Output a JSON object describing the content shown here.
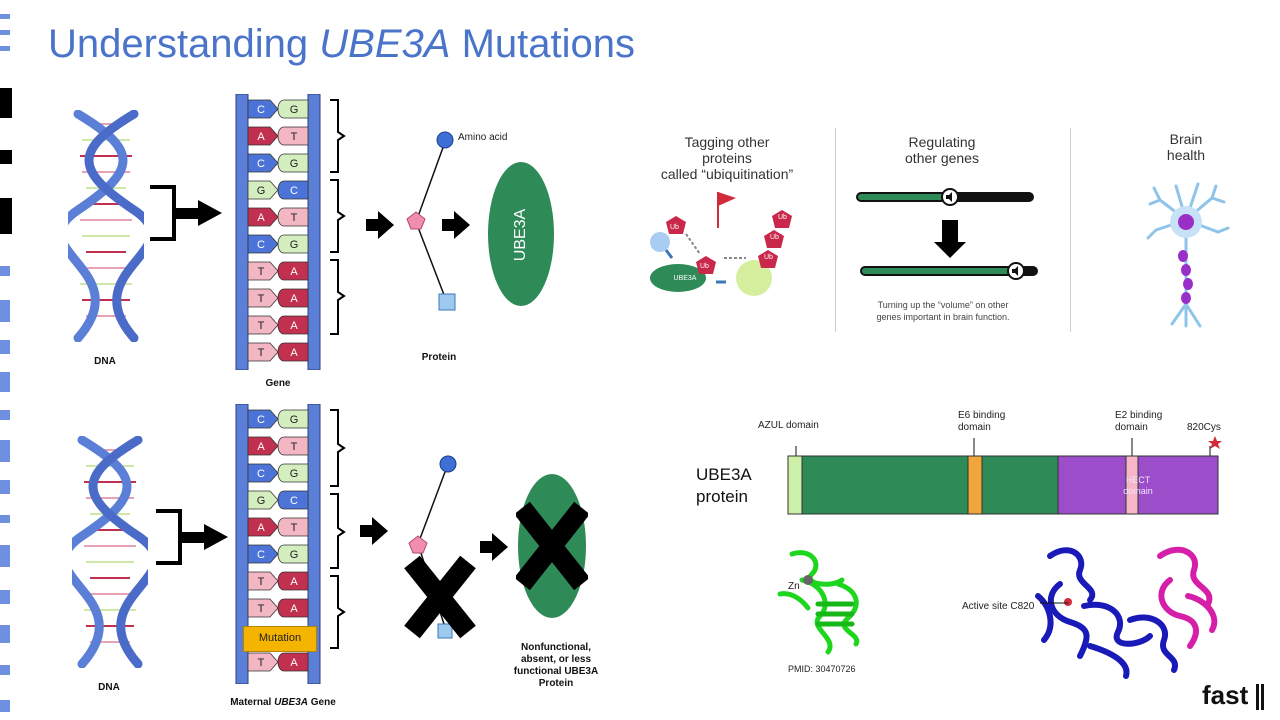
{
  "slide": {
    "title_pre": "Understanding ",
    "title_gene": "UBE3A",
    "title_post": " Mutations"
  },
  "top_flow": {
    "dna_label": "DNA",
    "gene_label": "Gene",
    "protein_label": "Protein",
    "amino_acid_label": "Amino acid",
    "ube3a_oval_label": "UBE3A",
    "base_pairs": [
      [
        "C",
        "G"
      ],
      [
        "A",
        "T"
      ],
      [
        "C",
        "G"
      ],
      [
        "G",
        "C"
      ],
      [
        "A",
        "T"
      ],
      [
        "C",
        "G"
      ],
      [
        "T",
        "A"
      ],
      [
        "T",
        "A"
      ],
      [
        "T",
        "A"
      ],
      [
        "T",
        "A"
      ]
    ]
  },
  "bottom_flow": {
    "dna_label": "DNA",
    "gene_label_pre": "Maternal ",
    "gene_label_gene": "UBE3A",
    "gene_label_post": " Gene",
    "mutation_label": "Mutation",
    "result_line1": "Nonfunctional,",
    "result_line2": "absent, or less",
    "result_line3": "functional UBE3A",
    "result_line4": "Protein",
    "base_pairs": [
      [
        "C",
        "G"
      ],
      [
        "A",
        "T"
      ],
      [
        "C",
        "G"
      ],
      [
        "G",
        "C"
      ],
      [
        "A",
        "T"
      ],
      [
        "C",
        "G"
      ],
      [
        "T",
        "A"
      ],
      [
        "T",
        "A"
      ],
      [
        "T",
        "A"
      ]
    ]
  },
  "functions": {
    "col1_line1": "Tagging other",
    "col1_line2": "proteins",
    "col1_line3": "called “ubiquitination”",
    "ub_label": "Ub",
    "ube3a_small": "UBE3A",
    "col2_line1": "Regulating",
    "col2_line2": "other genes",
    "col2_caption1": "Turning up the “volume” on other",
    "col2_caption2": "genes important in brain function.",
    "col3_line1": "Brain",
    "col3_line2": "health"
  },
  "protein_map": {
    "label_line1": "UBE3A",
    "label_line2": "protein",
    "azul": "AZUL domain",
    "e6_line1": "E6 binding",
    "e6_line2": "domain",
    "e2_line1": "E2 binding",
    "e2_line2": "domain",
    "cys": "820Cys",
    "hect_line1": "HECT",
    "hect_line2": "domain",
    "zn": "Zn",
    "pmid": "PMID: 30470726",
    "active_site": "Active site C820"
  },
  "logo": {
    "text": "fast"
  },
  "colors": {
    "title": "#4a74c9",
    "helix": "#5b7fd6",
    "green": "#2e8b57",
    "hect": "#9b4dca",
    "mutation": "#f5b400"
  }
}
